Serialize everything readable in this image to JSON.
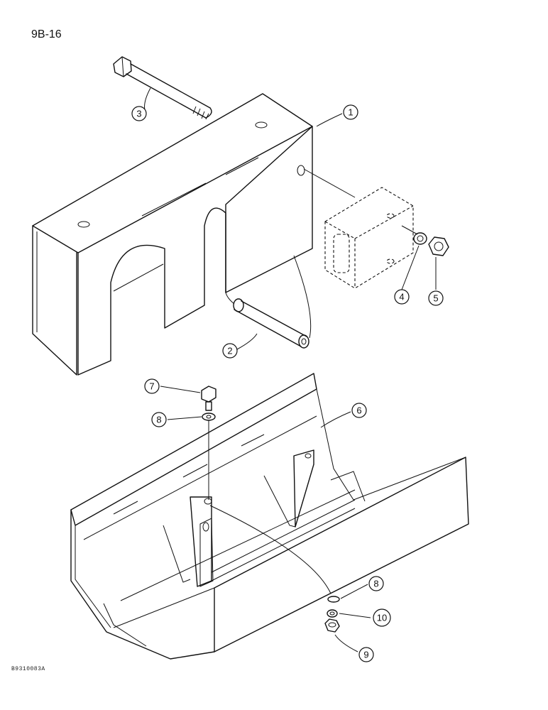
{
  "page_id": "9B-16",
  "figure_code": "B9310083A",
  "callouts": [
    {
      "id": "c1",
      "label": "1"
    },
    {
      "id": "c2",
      "label": "2"
    },
    {
      "id": "c3",
      "label": "3"
    },
    {
      "id": "c4",
      "label": "4"
    },
    {
      "id": "c5",
      "label": "5"
    },
    {
      "id": "c6",
      "label": "6"
    },
    {
      "id": "c7",
      "label": "7"
    },
    {
      "id": "c8a",
      "label": "8"
    },
    {
      "id": "c8b",
      "label": "8"
    },
    {
      "id": "c9",
      "label": "9"
    },
    {
      "id": "c10",
      "label": "10"
    }
  ]
}
